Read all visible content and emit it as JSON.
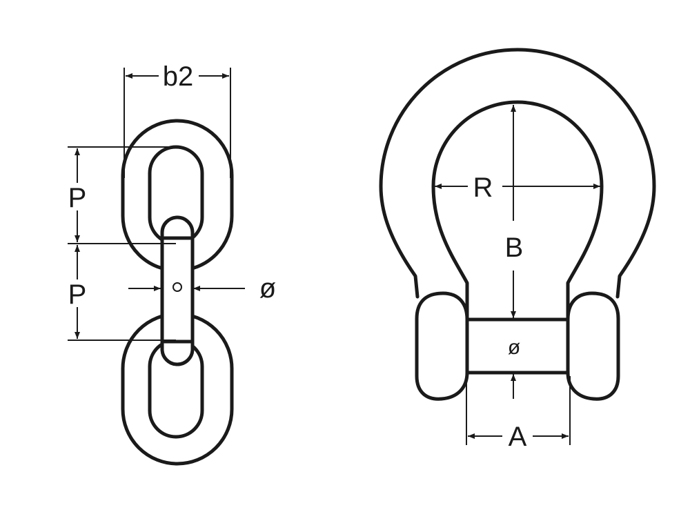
{
  "chain": {
    "labels": {
      "width": "b2",
      "pitch_upper": "P",
      "pitch_lower": "P",
      "diameter": "ø"
    }
  },
  "shackle": {
    "labels": {
      "radius": "R",
      "height": "B",
      "pin_diameter": "ø",
      "width": "A"
    }
  },
  "colors": {
    "line": "#1a1a1a",
    "background": "#ffffff"
  }
}
